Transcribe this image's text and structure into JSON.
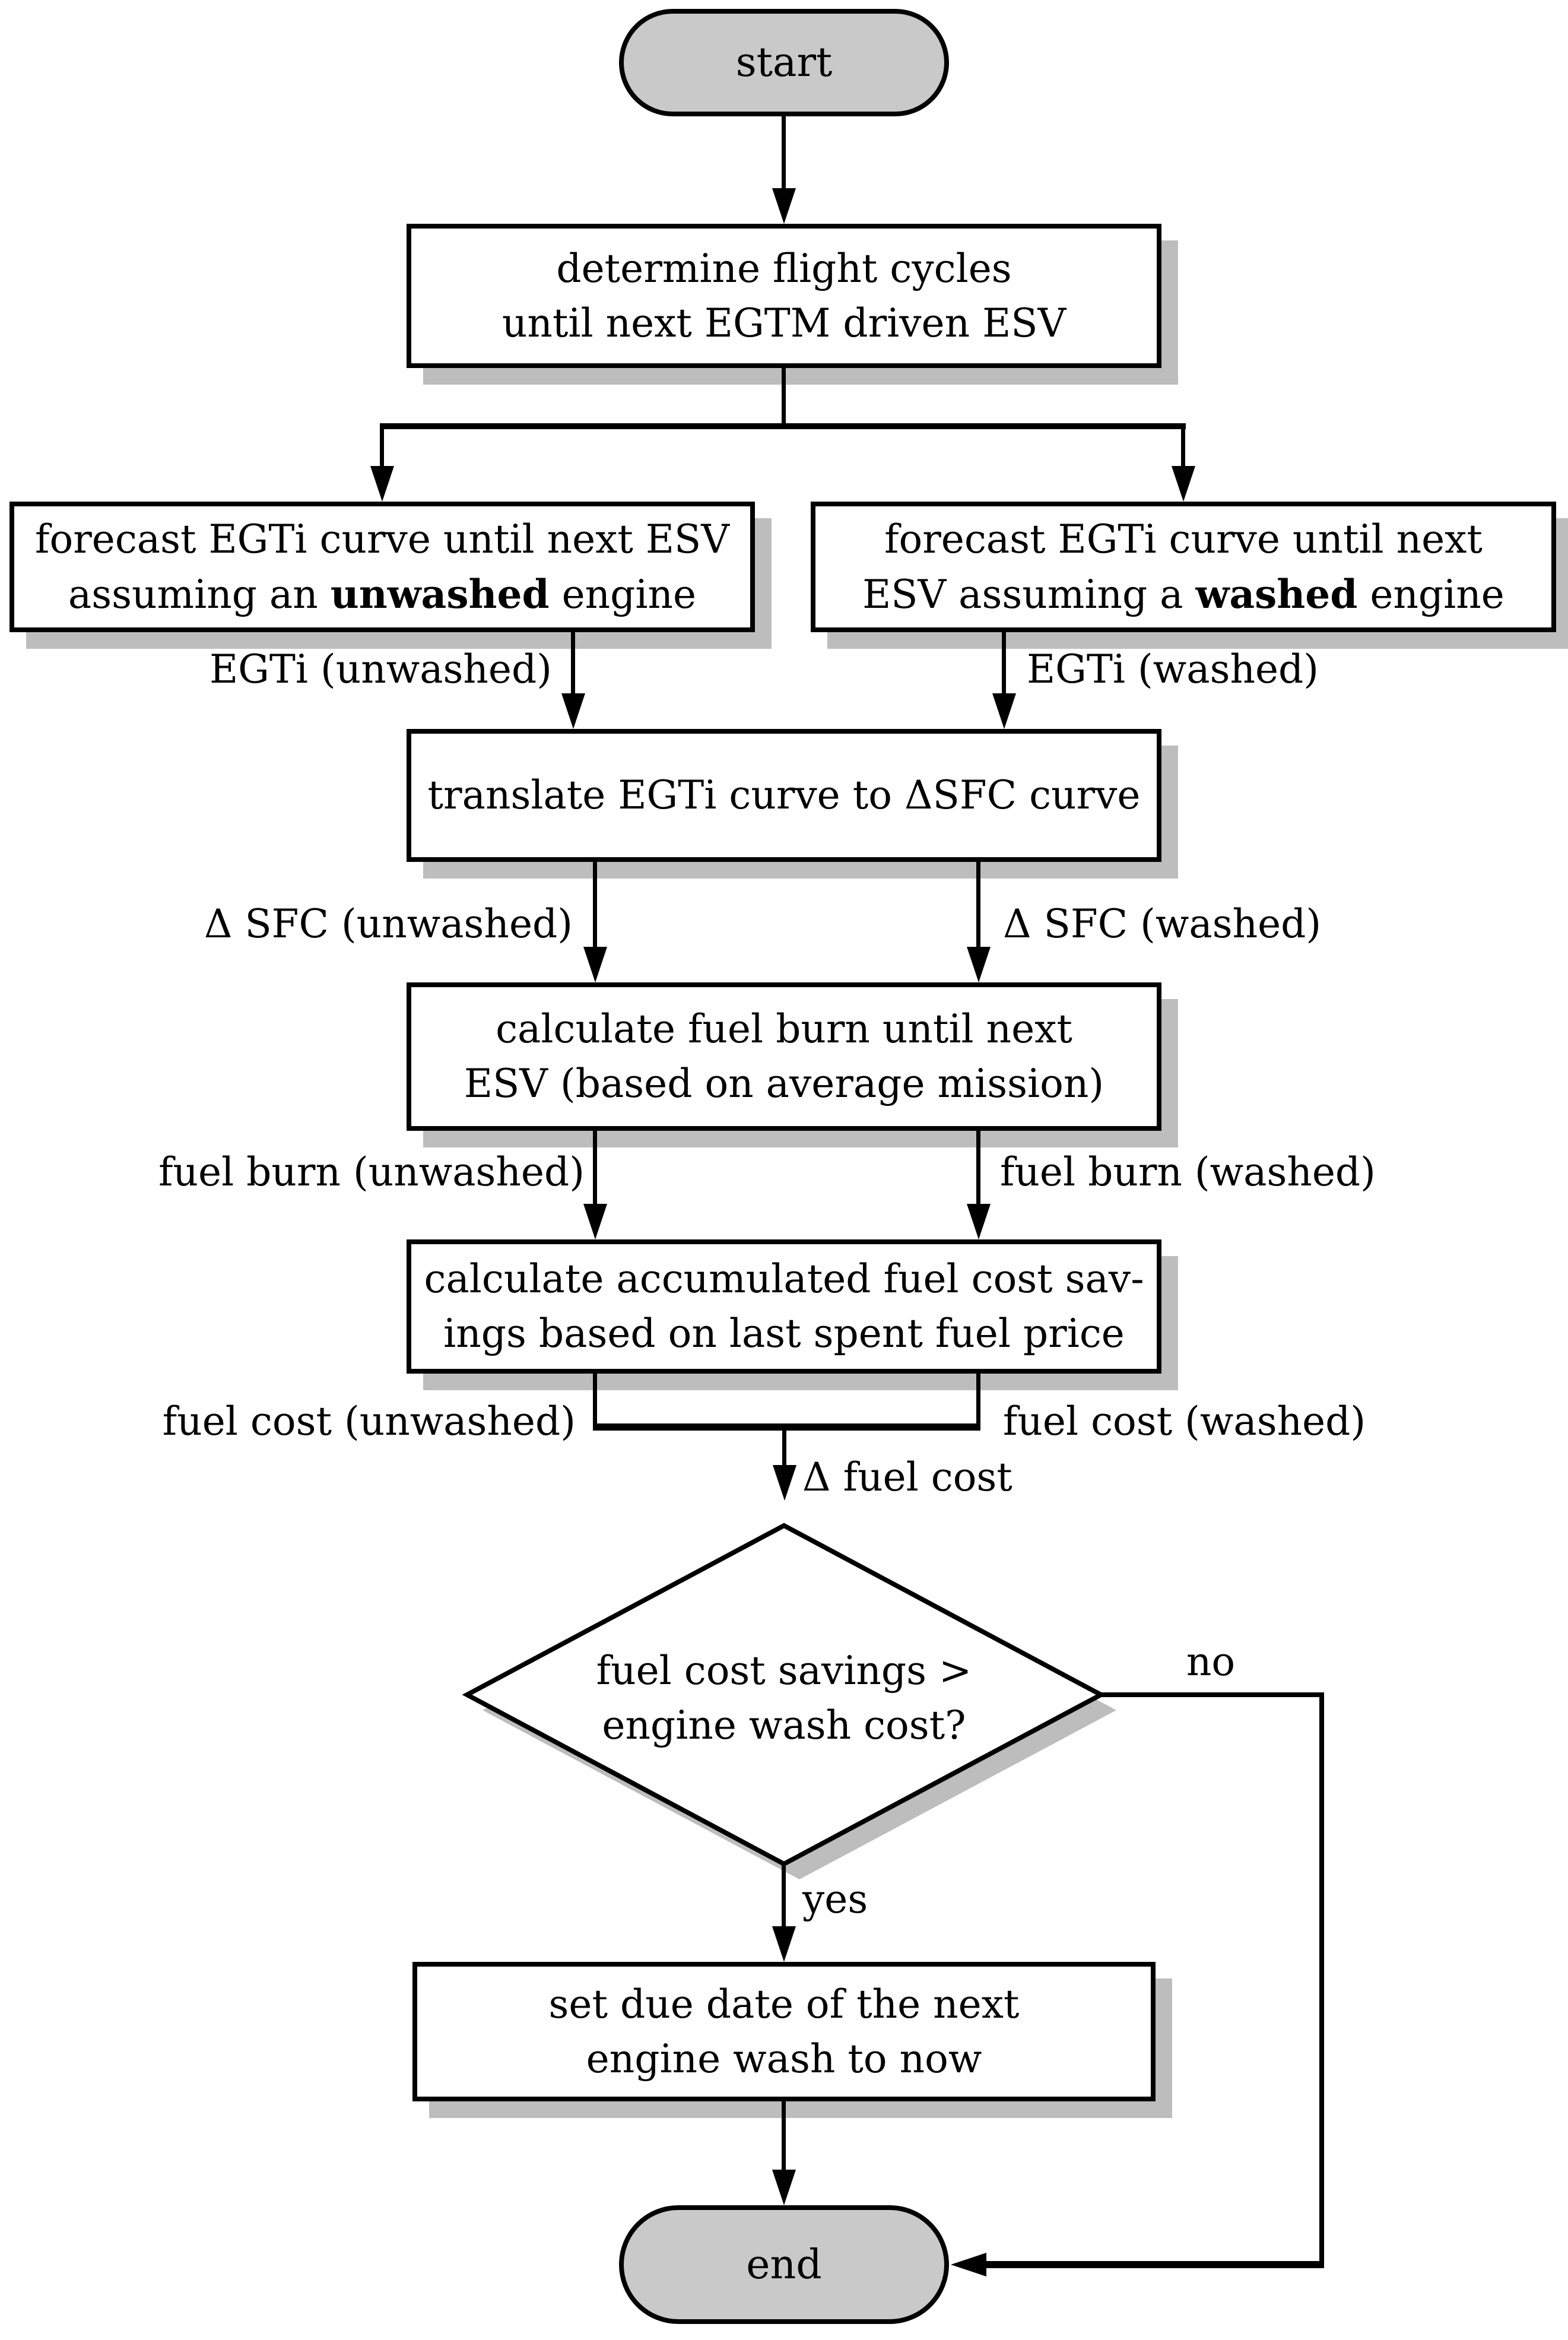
{
  "flowchart": {
    "nodes": {
      "start": {
        "label": "start"
      },
      "determine": {
        "line1": "determine flight cycles",
        "line2": "until next EGTM driven ESV"
      },
      "forecast_unwashed": {
        "line1": "forecast EGTi curve until next ESV",
        "pre": "assuming an ",
        "bold": "unwashed",
        "post": " engine"
      },
      "forecast_washed": {
        "line1": "forecast EGTi curve until next",
        "pre": "ESV assuming a ",
        "bold": "washed",
        "post": " engine"
      },
      "translate": {
        "line1": "translate EGTi curve to ΔSFC curve"
      },
      "fuel_burn": {
        "line1": "calculate fuel burn until next",
        "line2": "ESV (based on average mission)"
      },
      "fuel_cost": {
        "line1": "calculate accumulated fuel cost sav-",
        "line2": "ings based on last spent fuel price"
      },
      "decision": {
        "line1": "fuel cost savings >",
        "line2": "engine wash cost?"
      },
      "set_due": {
        "line1": "set due date of the next",
        "line2": "engine wash to now"
      },
      "end": {
        "label": "end"
      }
    },
    "edge_labels": {
      "egti_unwashed": "EGTi (unwashed)",
      "egti_washed": "EGTi (washed)",
      "dsfc_unwashed": "Δ SFC (unwashed)",
      "dsfc_washed": "Δ SFC (washed)",
      "fuelburn_unwashed": "fuel burn (unwashed)",
      "fuelburn_washed": "fuel burn (washed)",
      "fuelcost_unwashed": "fuel cost (unwashed)",
      "fuelcost_washed": "fuel cost (washed)",
      "delta_fuel_cost": "Δ fuel cost",
      "no": "no",
      "yes": "yes"
    },
    "colors": {
      "terminal_fill": "#c9c9c9",
      "shadow": "#bdbdbd",
      "line": "#000000",
      "node_fill": "#ffffff"
    }
  }
}
